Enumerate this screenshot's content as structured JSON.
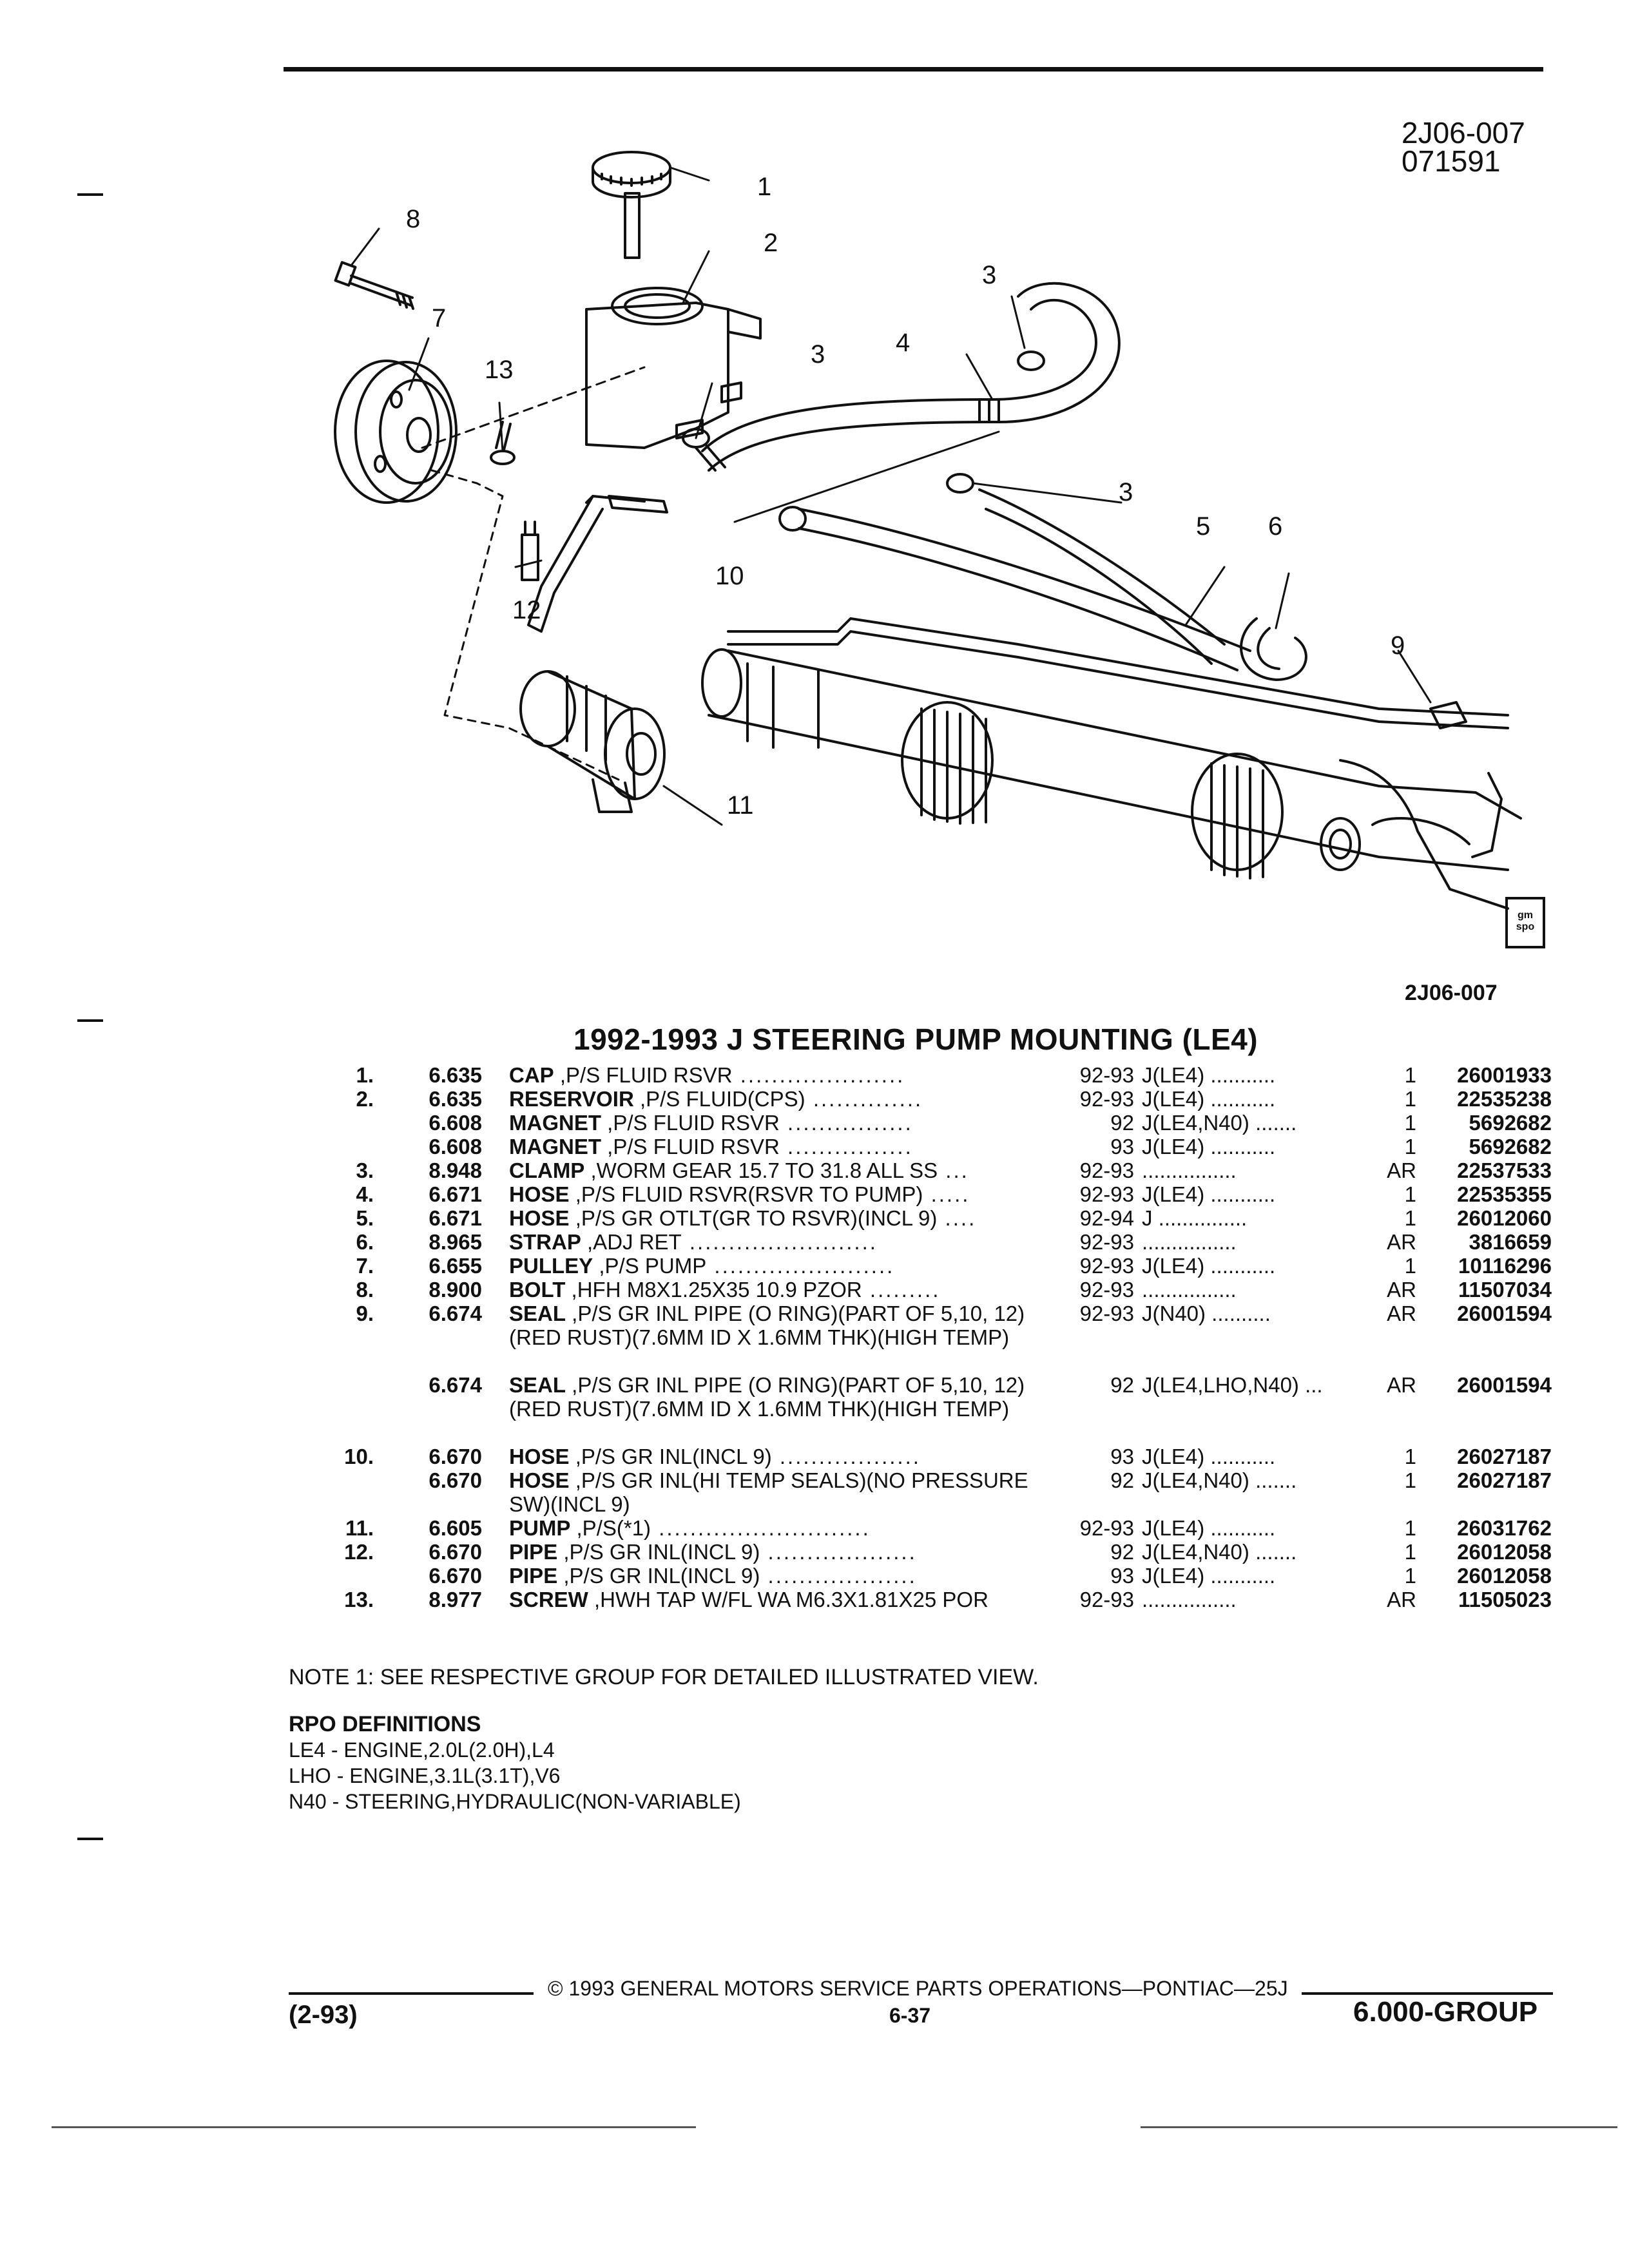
{
  "diagram": {
    "codes": [
      "2J06-007",
      "071591"
    ],
    "callouts": [
      "1",
      "2",
      "3",
      "3",
      "3",
      "4",
      "5",
      "6",
      "7",
      "8",
      "9",
      "10",
      "11",
      "12",
      "13"
    ],
    "logo_text": "gm spo",
    "caption": "2J06-007"
  },
  "title": "1992-1993 J STEERING PUMP MOUNTING (LE4)",
  "parts": [
    {
      "item": "1.",
      "group": "6.635",
      "name": "CAP",
      "desc": " ,P/S FLUID RSVR",
      "dots": " .....................",
      "years": "92-93",
      "app": "J(LE4) ...........",
      "qty": "1",
      "part": "26001933"
    },
    {
      "item": "2.",
      "group": "6.635",
      "name": "RESERVOIR",
      "desc": " ,P/S FLUID(CPS)",
      "dots": " ..............",
      "years": "92-93",
      "app": "J(LE4) ...........",
      "qty": "1",
      "part": "22535238"
    },
    {
      "item": "",
      "group": "6.608",
      "name": "MAGNET",
      "desc": " ,P/S FLUID RSVR",
      "dots": " ................",
      "years": "92",
      "app": "J(LE4,N40) .......",
      "qty": "1",
      "part": "5692682"
    },
    {
      "item": "",
      "group": "6.608",
      "name": "MAGNET",
      "desc": " ,P/S FLUID RSVR",
      "dots": " ................",
      "years": "93",
      "app": "J(LE4) ...........",
      "qty": "1",
      "part": "5692682"
    },
    {
      "item": "3.",
      "group": "8.948",
      "name": "CLAMP",
      "desc": " ,WORM GEAR 15.7 TO 31.8 ALL SS",
      "dots": " ...",
      "years": "92-93",
      "app": "................",
      "qty": "AR",
      "part": "22537533"
    },
    {
      "item": "4.",
      "group": "6.671",
      "name": "HOSE",
      "desc": " ,P/S FLUID RSVR(RSVR TO PUMP)",
      "dots": " .....",
      "years": "92-93",
      "app": "J(LE4) ...........",
      "qty": "1",
      "part": "22535355"
    },
    {
      "item": "5.",
      "group": "6.671",
      "name": "HOSE",
      "desc": " ,P/S GR OTLT(GR TO RSVR)(INCL 9)",
      "dots": " ....",
      "years": "92-94",
      "app": "J ...............",
      "qty": "1",
      "part": "26012060"
    },
    {
      "item": "6.",
      "group": "8.965",
      "name": "STRAP",
      "desc": " ,ADJ RET",
      "dots": " ........................",
      "years": "92-93",
      "app": "................",
      "qty": "AR",
      "part": "3816659"
    },
    {
      "item": "7.",
      "group": "6.655",
      "name": "PULLEY",
      "desc": " ,P/S PUMP",
      "dots": " .......................",
      "years": "92-93",
      "app": "J(LE4) ...........",
      "qty": "1",
      "part": "10116296"
    },
    {
      "item": "8.",
      "group": "8.900",
      "name": "BOLT",
      "desc": " ,HFH M8X1.25X35 10.9 PZOR",
      "dots": " .........",
      "years": "92-93",
      "app": "................",
      "qty": "AR",
      "part": "11507034"
    },
    {
      "item": "9.",
      "group": "6.674",
      "name": "SEAL",
      "desc": " ,P/S GR INL PIPE (O RING)(PART OF 5,10, 12)(RED RUST)(7.6MM ID X 1.6MM THK)(HIGH TEMP)",
      "dots": "",
      "years": "92-93",
      "app": "J(N40) ..........",
      "qty": "AR",
      "part": "26001594"
    },
    {
      "item": "",
      "group": "6.674",
      "name": "SEAL",
      "desc": " ,P/S GR INL PIPE (O RING)(PART OF 5,10, 12)(RED RUST)(7.6MM ID X 1.6MM THK)(HIGH TEMP)",
      "dots": "",
      "years": "92",
      "app": "J(LE4,LHO,N40) ...",
      "qty": "AR",
      "part": "26001594"
    },
    {
      "item": "10.",
      "group": "6.670",
      "name": "HOSE",
      "desc": " ,P/S GR INL(INCL 9)",
      "dots": " ..................",
      "years": "93",
      "app": "J(LE4) ...........",
      "qty": "1",
      "part": "26027187"
    },
    {
      "item": "",
      "group": "6.670",
      "name": "HOSE",
      "desc": " ,P/S GR INL(HI TEMP SEALS)(NO PRESSURE SW)(INCL 9)",
      "dots": "",
      "years": "92",
      "app": "J(LE4,N40) .......",
      "qty": "1",
      "part": "26027187"
    },
    {
      "item": "11.",
      "group": "6.605",
      "name": "PUMP",
      "desc": " ,P/S(*1)",
      "dots": " ...........................",
      "years": "92-93",
      "app": "J(LE4) ...........",
      "qty": "1",
      "part": "26031762"
    },
    {
      "item": "12.",
      "group": "6.670",
      "name": "PIPE",
      "desc": " ,P/S GR INL(INCL 9)",
      "dots": " ...................",
      "years": "92",
      "app": "J(LE4,N40) .......",
      "qty": "1",
      "part": "26012058"
    },
    {
      "item": "",
      "group": "6.670",
      "name": "PIPE",
      "desc": " ,P/S GR INL(INCL 9)",
      "dots": " ...................",
      "years": "93",
      "app": "J(LE4) ...........",
      "qty": "1",
      "part": "26012058"
    },
    {
      "item": "13.",
      "group": "8.977",
      "name": "SCREW",
      "desc": " ,HWH TAP W/FL WA M6.3X1.81X25 POR",
      "dots": "",
      "years": "92-93",
      "app": "................",
      "qty": "AR",
      "part": "11505023"
    }
  ],
  "note": "NOTE 1: SEE RESPECTIVE GROUP FOR DETAILED ILLUSTRATED VIEW.",
  "rpo": {
    "heading": "RPO DEFINITIONS",
    "lines": [
      "LE4 - ENGINE,2.0L(2.0H),L4",
      "LHO - ENGINE,3.1L(3.1T),V6",
      "N40 - STEERING,HYDRAULIC(NON-VARIABLE)"
    ]
  },
  "footer": {
    "copyright": "© 1993 GENERAL MOTORS SERVICE PARTS OPERATIONS—PONTIAC—25J",
    "date": "(2-93)",
    "page": "6-37",
    "group": "6.000-GROUP"
  }
}
